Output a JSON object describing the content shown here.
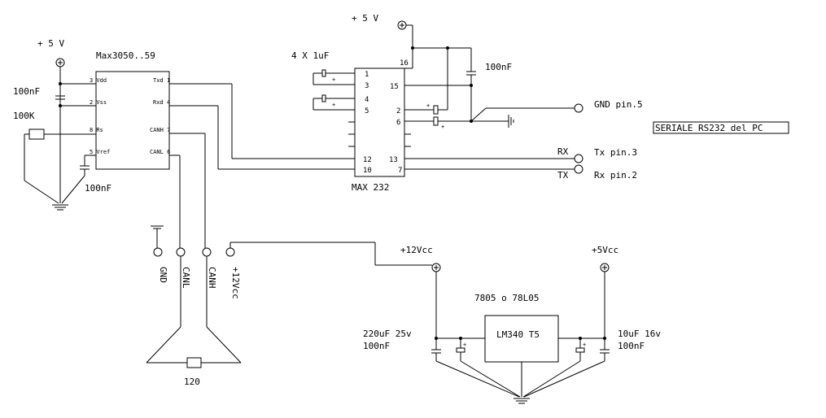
{
  "labels": {
    "plus5v_left": "+ 5 V",
    "chip_title": "Max3050..59",
    "cap_100nf_top": "100nF",
    "res_100k": "100K",
    "cap_100nf_bottom": "100nF",
    "plus5v_top": "+ 5 V",
    "caps_4x1uf": "4 X 1uF",
    "cap_100nf_right": "100nF",
    "max232": "MAX  232",
    "gnd_pin5": "GND  pin.5",
    "serial_box": "SERIALE  RS232 del PC",
    "rx": "RX",
    "tx": "TX",
    "tx_pin3": "Tx pin.3",
    "rx_pin2": "Rx  pin.2",
    "conn_gnd": "GND",
    "conn_canl": "CANL",
    "conn_canh": "CANH",
    "conn_12v": "+12Vcc",
    "res_120": "120",
    "plus12vcc": "+12Vcc",
    "plus5vcc": "+5Vcc",
    "reg_alt": "7805 o 78L05",
    "reg_name": "LM340 T5",
    "cap_220uf": "220uF 25v",
    "cap_100nf_reg_l": "100nF",
    "cap_10uf": "10uF 16v",
    "cap_100nf_reg_r": "100nF"
  },
  "max3050_pins": {
    "vdd": "3 Vdd",
    "vss": "2 Vss",
    "rs": "8 Rs",
    "vref": "5 Vref",
    "txd": "Txd 1",
    "rxd": "Rxd 4",
    "canh": "CANH 7",
    "canl": "CANL 6"
  },
  "max232_pins": {
    "p1": "1",
    "p3": "3",
    "p4": "4",
    "p5": "5",
    "p16": "16",
    "p15": "15",
    "p2": "2",
    "p6": "6",
    "p12": "12",
    "p13": "13",
    "p10": "10",
    "p7": "7"
  },
  "cap_polarity": "+"
}
